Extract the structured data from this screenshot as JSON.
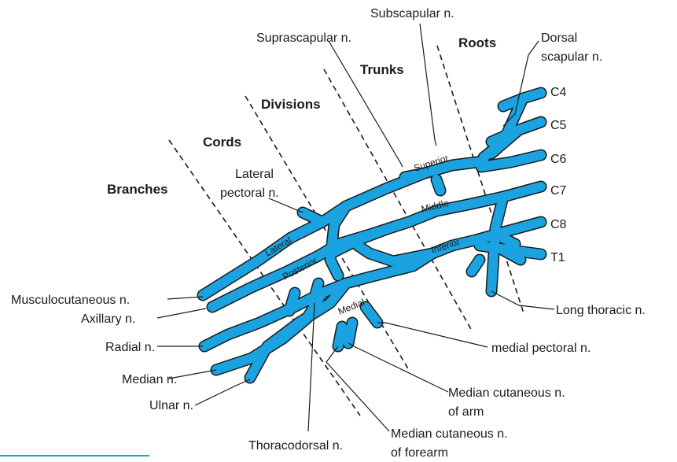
{
  "colors": {
    "nerve": "#1aa3e0",
    "outline": "#1b1b1b",
    "rule": "#1aa3e0"
  },
  "zones": {
    "branches": "Branches",
    "cords": "Cords",
    "divisions": "Divisions",
    "trunks": "Trunks",
    "roots": "Roots"
  },
  "roots": {
    "c4": "C4",
    "c5": "C5",
    "c6": "C6",
    "c7": "C7",
    "c8": "C8",
    "t1": "T1"
  },
  "segments": {
    "superior": "Superior",
    "middle": "Middle",
    "inferior": "Inferior",
    "lateral": "Lateral",
    "posterior": "Posterior",
    "medial": "Medial"
  },
  "labels": {
    "subscapular": "Subscapular n.",
    "suprascapular": "Suprascapular n.",
    "dorsal_scapular_1": "Dorsal",
    "dorsal_scapular_2": "scapular n.",
    "lateral_pectoral_1": "Lateral",
    "lateral_pectoral_2": "pectoral n.",
    "musculocutaneous": "Musculocutaneous n.",
    "axillary": "Axillary n.",
    "radial": "Radial n.",
    "median": "Median n.",
    "ulnar": "Ulnar n.",
    "thoracodorsal": "Thoracodorsal n.",
    "long_thoracic": "Long thoracic n.",
    "medial_pectoral": "medial pectoral n.",
    "med_cut_arm_1": "Median cutaneous n.",
    "med_cut_arm_2": "of arm",
    "med_cut_forearm_1": "Median cutaneous n.",
    "med_cut_forearm_2": "of forearm"
  }
}
